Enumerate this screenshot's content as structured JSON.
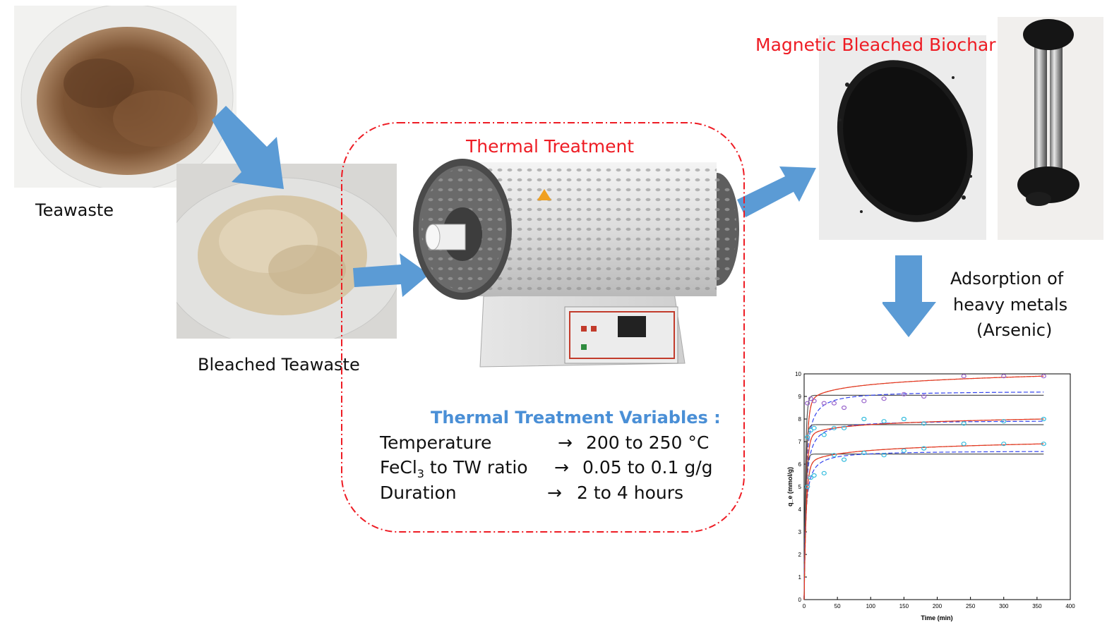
{
  "labels": {
    "teawaste": "Teawaste",
    "bleached_teawaste": "Bleached Teawaste",
    "thermal_treatment": "Thermal Treatment",
    "magnetic_biochar": "Magnetic Bleached Biochar",
    "adsorption_line1": "Adsorption of",
    "adsorption_line2": "heavy metals",
    "adsorption_line3": "(Arsenic)"
  },
  "variables": {
    "title": "Thermal Treatment Variables :",
    "rows": [
      {
        "name": "Temperature",
        "arrow": "→",
        "value": "200 to 250 °C"
      },
      {
        "name_pre": "FeCl",
        "name_sub": "3",
        "name_post": " to TW ratio",
        "arrow": "→",
        "value": "0.05 to 0.1 g/g"
      },
      {
        "name": "Duration",
        "arrow": "→",
        "value": "2 to 4 hours"
      }
    ]
  },
  "colors": {
    "arrow": "#5b9bd5",
    "red": "#ee1c24",
    "blue_title": "#4a8fd6"
  },
  "chart_data": {
    "type": "scatter",
    "xlabel": "Time (min)",
    "ylabel": "q_e (mmol/g)",
    "xlim": [
      0,
      400
    ],
    "ylim": [
      0,
      10
    ],
    "xticks": [
      0,
      50,
      100,
      150,
      200,
      250,
      300,
      350,
      400
    ],
    "yticks": [
      0,
      1,
      2,
      3,
      4,
      5,
      6,
      7,
      8,
      9,
      10
    ],
    "series": [
      {
        "points": [
          [
            5,
            8.7
          ],
          [
            10,
            8.9
          ],
          [
            15,
            8.8
          ],
          [
            30,
            8.7
          ],
          [
            45,
            8.7
          ],
          [
            60,
            8.5
          ],
          [
            90,
            8.8
          ],
          [
            120,
            8.9
          ],
          [
            150,
            9.1
          ],
          [
            180,
            9.0
          ],
          [
            240,
            9.9
          ],
          [
            300,
            9.9
          ],
          [
            360,
            9.9
          ]
        ],
        "color": "#9966cc",
        "fits": {
          "gray": 9.05,
          "blue_dashed": 9.25
        }
      },
      {
        "points": [
          [
            5,
            7.2
          ],
          [
            10,
            7.5
          ],
          [
            15,
            7.6
          ],
          [
            30,
            7.3
          ],
          [
            45,
            7.6
          ],
          [
            60,
            7.6
          ],
          [
            90,
            8.0
          ],
          [
            120,
            7.9
          ],
          [
            150,
            8.0
          ],
          [
            180,
            7.8
          ],
          [
            240,
            7.8
          ],
          [
            300,
            7.9
          ],
          [
            360,
            8.0
          ]
        ],
        "color": "#33bbdd",
        "fits": {
          "gray": 7.75,
          "blue_dashed": 7.95
        }
      },
      {
        "points": [
          [
            5,
            5.0
          ],
          [
            10,
            5.4
          ],
          [
            15,
            5.5
          ],
          [
            30,
            5.6
          ],
          [
            45,
            6.4
          ],
          [
            60,
            6.2
          ],
          [
            90,
            6.5
          ],
          [
            120,
            6.4
          ],
          [
            150,
            6.6
          ],
          [
            180,
            6.7
          ],
          [
            240,
            6.9
          ],
          [
            300,
            6.9
          ],
          [
            360,
            6.9
          ]
        ],
        "color": "#33bbdd",
        "fits": {
          "gray": 6.45,
          "blue_dashed": 6.6
        }
      }
    ]
  }
}
